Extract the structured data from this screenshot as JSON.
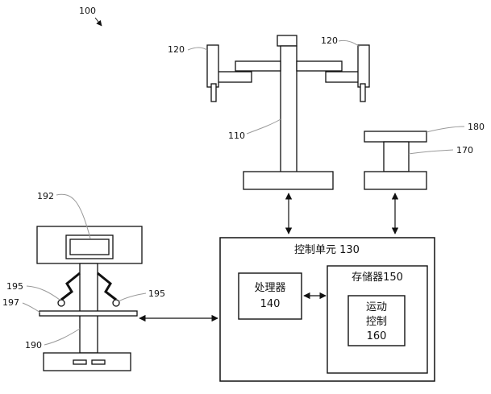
{
  "labels": {
    "system": "100",
    "arm_left": "120",
    "arm_right": "120",
    "tower": "110",
    "top_plate": "180",
    "column_170": "170",
    "display": "192",
    "grip_left": "195",
    "grip_right": "195",
    "platform": "197",
    "base": "190"
  },
  "control_unit": {
    "title": "控制单元  130",
    "processor_line1": "处理器",
    "processor_line2": "140",
    "memory": "存储器150",
    "motion_line1": "运动",
    "motion_line2": "控制",
    "motion_line3": "160"
  }
}
